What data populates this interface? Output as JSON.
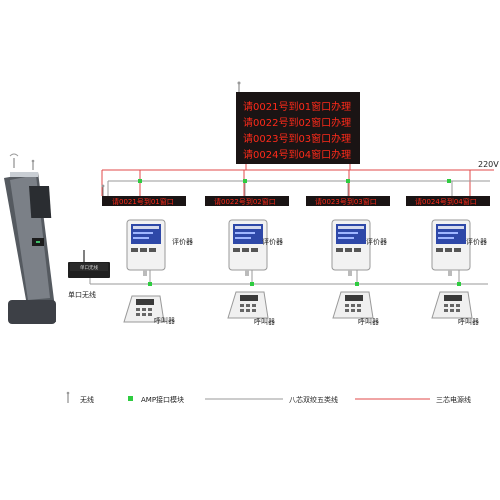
{
  "main_display": {
    "lines": [
      "请0021号到01窗口办理",
      "请0022号到02窗口办理",
      "请0023号到03窗口办理",
      "请0024号到04窗口办理"
    ]
  },
  "voltage_label": "220V",
  "windows": [
    {
      "display": "请0021号到01窗口",
      "evaluator_label": "评价器",
      "caller_label": "呼叫器"
    },
    {
      "display": "请0022号到02窗口",
      "evaluator_label": "评价器",
      "caller_label": "呼叫器"
    },
    {
      "display": "请0023号到03窗口",
      "evaluator_label": "评价器",
      "caller_label": "呼叫器"
    },
    {
      "display": "请0024号到04窗口",
      "evaluator_label": "评价器",
      "caller_label": "呼叫器"
    }
  ],
  "wireless_unit": {
    "box_text": "单口无线",
    "label": "单口无线"
  },
  "legend": {
    "wireless": "无线",
    "amp_module": "AMP接口模块",
    "cable_cat5": "八芯双绞五类线",
    "power_line": "三芯电源线"
  },
  "colors": {
    "power_line": "#e04848",
    "data_line": "#9a9a9a",
    "amp_node": "#2ecc40",
    "led_text": "#ff2a1a",
    "panel_bg": "#1a1414"
  }
}
